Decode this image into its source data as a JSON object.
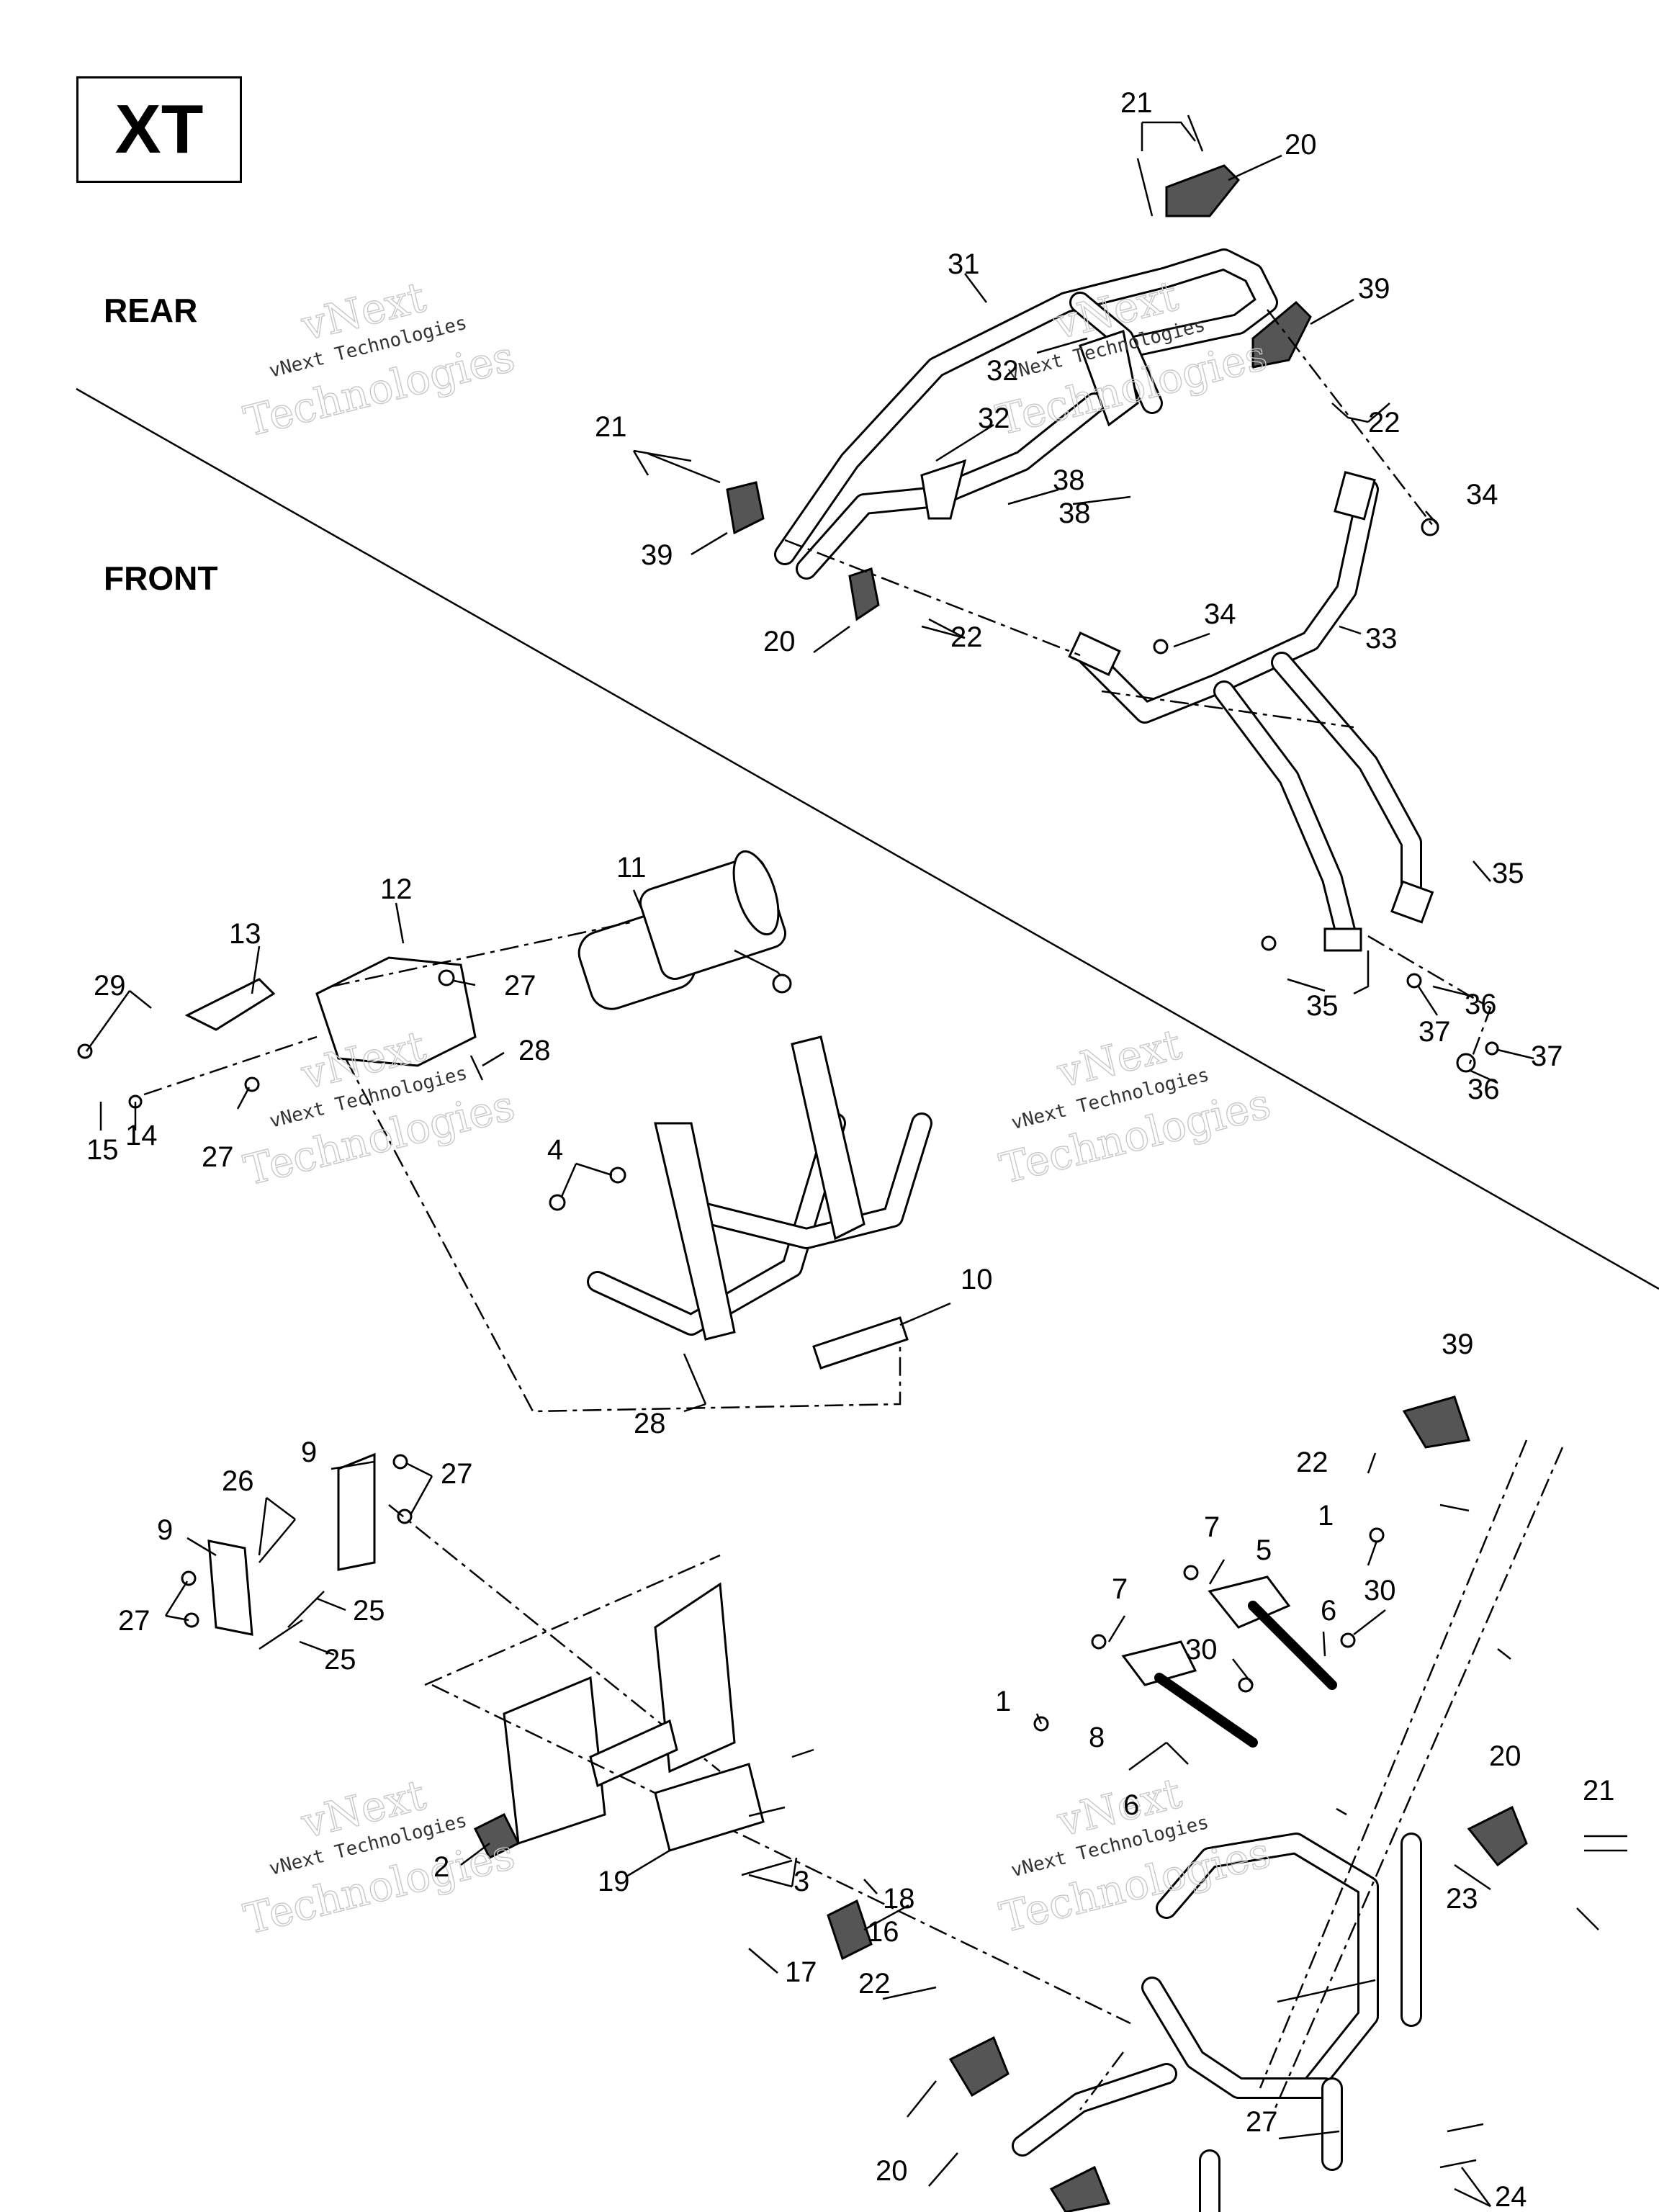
{
  "header": {
    "model": "XT"
  },
  "sections": {
    "rear": "REAR",
    "front": "FRONT"
  },
  "watermark": {
    "small": "vNext Technologies",
    "large_top": "vNext",
    "large_bottom": "Technologies"
  },
  "callouts": [
    "1",
    "2",
    "3",
    "4",
    "5",
    "6",
    "7",
    "8",
    "9",
    "10",
    "11",
    "12",
    "13",
    "14",
    "15",
    "16",
    "17",
    "18",
    "19",
    "20",
    "21",
    "22",
    "23",
    "24",
    "25",
    "26",
    "27",
    "28",
    "29",
    "30",
    "31",
    "32",
    "33",
    "34",
    "35",
    "36",
    "37",
    "38",
    "39"
  ]
}
